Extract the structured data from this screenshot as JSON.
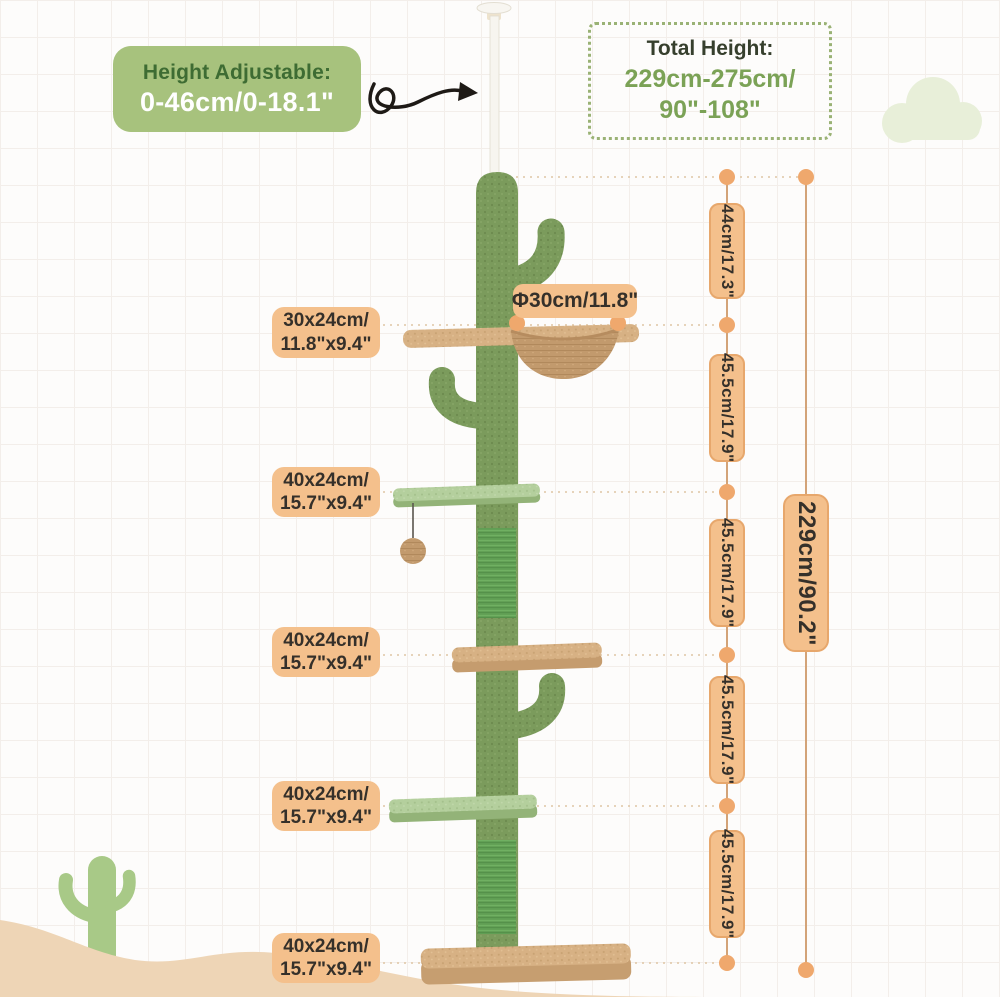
{
  "page": {
    "type": "product-dimension-diagram",
    "subject": "cactus cat tree floor-to-ceiling"
  },
  "badges": {
    "height_adjustable": {
      "title": "Height Adjustable:",
      "value": "0-46cm/0-18.1\""
    },
    "total_height": {
      "title": "Total Height:",
      "value_line1": "229cm-275cm/",
      "value_line2": "90\"-108\""
    }
  },
  "diameter_label": "Φ30cm/11.8\"",
  "size_labels": [
    {
      "line1": "30x24cm/",
      "line2": "11.8\"x9.4\""
    },
    {
      "line1": "40x24cm/",
      "line2": "15.7\"x9.4\""
    },
    {
      "line1": "40x24cm/",
      "line2": "15.7\"x9.4\""
    },
    {
      "line1": "40x24cm/",
      "line2": "15.7\"x9.4\""
    },
    {
      "line1": "40x24cm/",
      "line2": "15.7\"x9.4\""
    }
  ],
  "measurements": {
    "segments": [
      {
        "label": "44cm/17.3\""
      },
      {
        "label": "45.5cm/17.9\""
      },
      {
        "label": "45.5cm/17.9\""
      },
      {
        "label": "45.5cm/17.9\""
      },
      {
        "label": "45.5cm/17.9\""
      }
    ],
    "total": {
      "label": "229cm/90.2\""
    }
  },
  "colors": {
    "label_peach": "#f4c08c",
    "label_peach_border": "#e7a76c",
    "badge_green": "#a7c27d",
    "badge_title_green": "#3e6c33",
    "total_text_green": "#7ba256",
    "measure_line": "#d3a378",
    "measure_dot": "#efa86d",
    "cactus_plush_green": "#7b9b5c",
    "sisal_green": "#63a156",
    "platform_light_green": "#b4cf9d",
    "plush_beige": "#d7b184",
    "dune_sand": "#eed5b6",
    "cloud_green": "#e8efd9"
  }
}
